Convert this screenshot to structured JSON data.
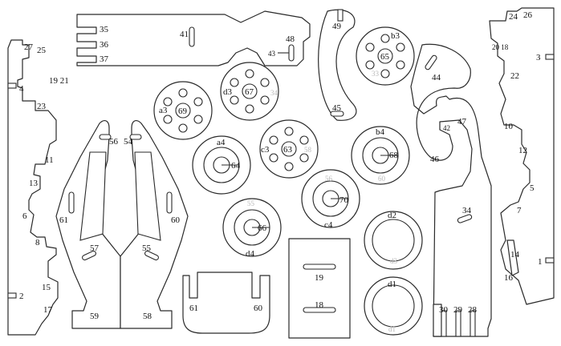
{
  "labels": {
    "l27": "27",
    "l25": "25",
    "l4": "4",
    "l19_21": "19 21",
    "l23": "23",
    "l11": "11",
    "l13": "13",
    "l6": "6",
    "l8": "8",
    "l15": "15",
    "l17": "17",
    "l2": "2",
    "l35": "35",
    "l36": "36",
    "l37": "37",
    "l41": "41",
    "l48": "48",
    "l43": "43",
    "l49": "49",
    "l45": "45",
    "lb3": "b3",
    "l65": "65",
    "la3": "a3",
    "l69": "69",
    "ld3": "d3",
    "l67": "67",
    "lc3": "c3",
    "l63": "63",
    "la4": "a4",
    "l64": "64",
    "lb4": "b4",
    "l68": "68",
    "l70": "70",
    "lc4": "c4",
    "l66": "66",
    "ld4": "d4",
    "ld2": "d2",
    "ld1": "d1",
    "l56": "56",
    "l54": "54",
    "l61a": "61",
    "l60a": "60",
    "l57": "57",
    "l55": "55",
    "l59": "59",
    "l58": "58",
    "l61b": "61",
    "l60b": "60",
    "l19": "19",
    "l18": "18",
    "l44": "44",
    "l42": "42",
    "l47": "47",
    "l46": "46",
    "l34": "34",
    "l30": "30",
    "l29": "29",
    "l28": "28",
    "l24": "24",
    "l26": "26",
    "l20_18": "20 18",
    "l3": "3",
    "l22": "22",
    "l10": "10",
    "l12": "12",
    "l5": "5",
    "l7": "7",
    "l14": "14",
    "l16": "16",
    "l1": "1"
  },
  "ghost_labels": {
    "g1": "34",
    "g2": "56",
    "g3": "60",
    "g4": "d3",
    "g5": "d1",
    "g6": "55",
    "g7": "58",
    "g8": "33"
  }
}
